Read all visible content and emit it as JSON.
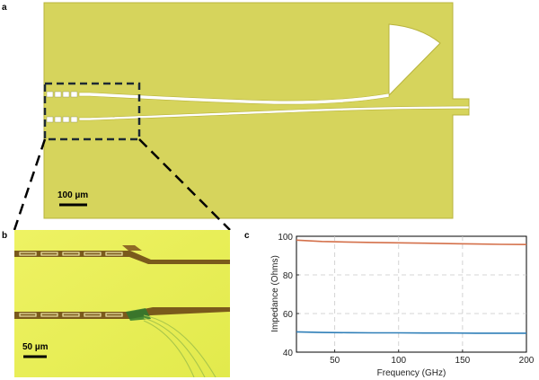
{
  "figure": {
    "panel_labels": {
      "a": "a",
      "b": "b",
      "c": "c"
    },
    "scale_bars": {
      "a": "100 µm",
      "b": "50 µm"
    },
    "colors": {
      "chip_fill": "#d6d45c",
      "chip_edge": "#b8b33c",
      "micrograph_bg": "#e8ee5a",
      "electrode": "#7a5a1c",
      "line_orange": "#d4704a",
      "line_blue": "#2f7fb8",
      "grid": "#c8c8c8"
    }
  },
  "chart_data": {
    "type": "line",
    "title": "",
    "xlabel": "Frequency (GHz)",
    "ylabel": "Impedance (Ohms)",
    "xlim": [
      20,
      200
    ],
    "ylim": [
      40,
      100
    ],
    "xticks": [
      50,
      100,
      150,
      200
    ],
    "yticks": [
      40,
      60,
      80,
      100
    ],
    "grid": true,
    "x": [
      20,
      40,
      60,
      80,
      100,
      120,
      140,
      160,
      180,
      200
    ],
    "series": [
      {
        "color": "#d4704a",
        "values": [
          98.0,
          97.3,
          97.0,
          96.8,
          96.6,
          96.4,
          96.2,
          96.0,
          95.8,
          95.7
        ]
      },
      {
        "color": "#2f7fb8",
        "values": [
          50.5,
          50.2,
          50.1,
          50.0,
          50.0,
          49.9,
          49.9,
          49.8,
          49.8,
          49.8
        ]
      }
    ]
  }
}
